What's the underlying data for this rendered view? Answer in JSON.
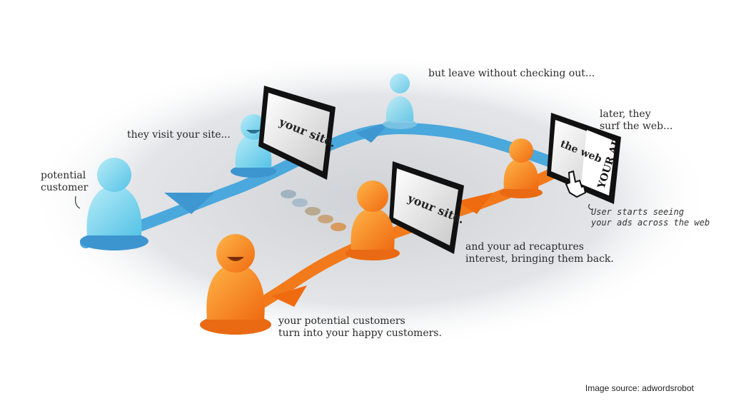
{
  "labels": {
    "potential_customer": [
      "potential",
      "customer"
    ],
    "visit_site": "they visit your site...",
    "leave": "but leave without checking out...",
    "surf": [
      "later, they",
      "surf the web..."
    ],
    "user_sees_ads": [
      "User starts seeing",
      "your ads across the web"
    ],
    "recapture": [
      "and your ad recaptures",
      "interest, bringing them back."
    ],
    "happy": [
      "your potential customers",
      "turn into your happy customers."
    ]
  },
  "screens": {
    "site": "your site.",
    "web": "the web",
    "ad": "YOUR AD"
  },
  "source": "Image source: adwordsrobot",
  "colors": {
    "blue": "#4aa8dc",
    "blue_light": "#8fd9ee",
    "orange": "#f27a1a",
    "orange_light": "#f5a340"
  }
}
